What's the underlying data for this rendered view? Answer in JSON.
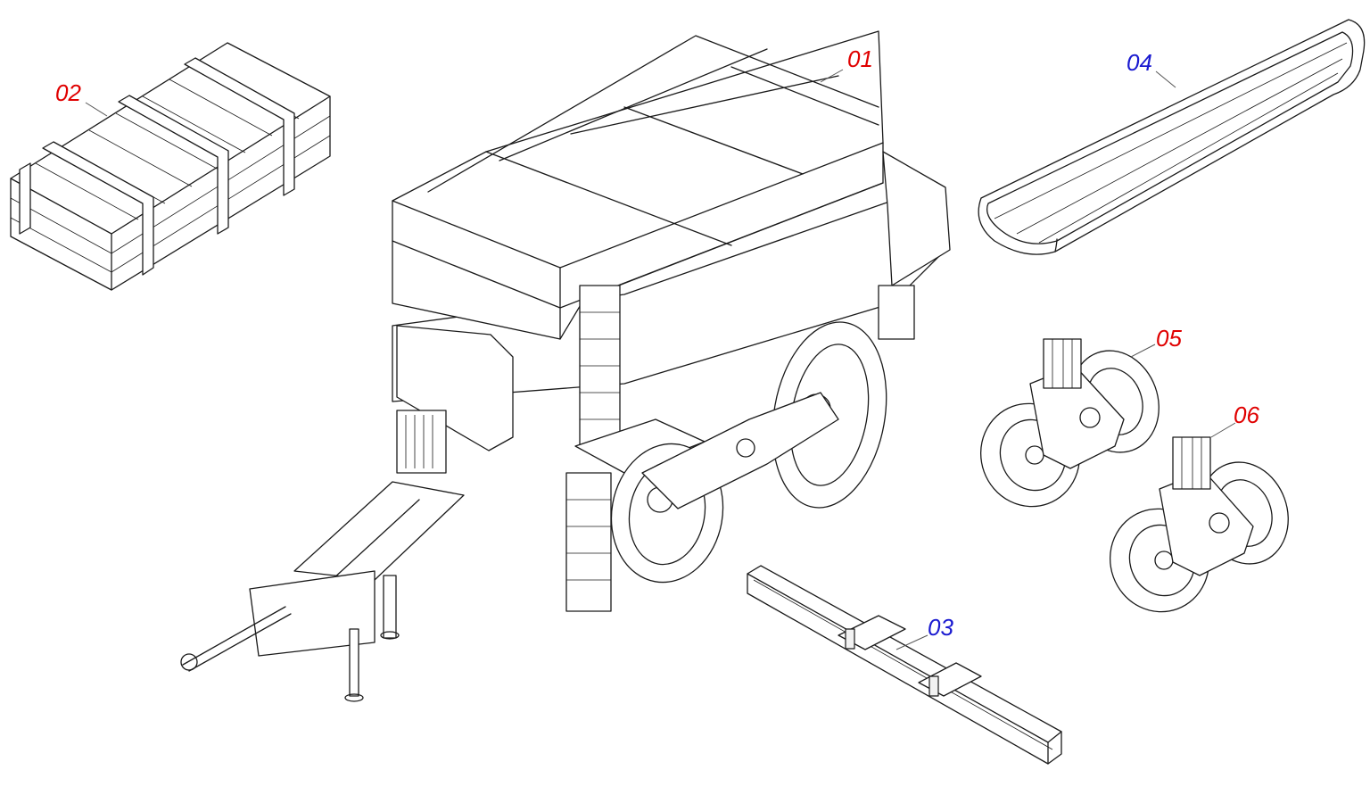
{
  "callouts": [
    {
      "id": "c01",
      "label": "01",
      "color": "#e00000"
    },
    {
      "id": "c02",
      "label": "02",
      "color": "#e00000"
    },
    {
      "id": "c03",
      "label": "03",
      "color": "#1a1ad0"
    },
    {
      "id": "c04",
      "label": "04",
      "color": "#1a1ad0"
    },
    {
      "id": "c05",
      "label": "05",
      "color": "#e00000"
    },
    {
      "id": "c06",
      "label": "06",
      "color": "#e00000"
    }
  ]
}
